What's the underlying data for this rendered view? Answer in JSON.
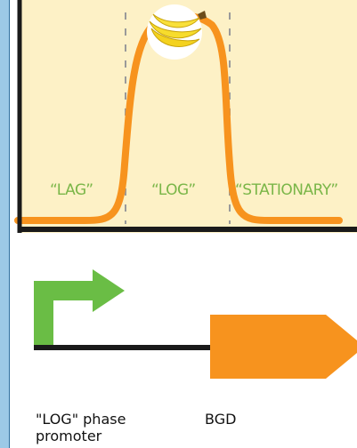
{
  "phase_labels": {
    "lag": "“LAG”",
    "log": "“LOG”",
    "stationary": "“STATIONARY”"
  },
  "captions": {
    "promoter": "\"LOG\" phase promoter",
    "gene": "BGD"
  },
  "colors": {
    "curve": "#f7931e",
    "panel_bg": "#fdf1c6",
    "phase_text": "#7ab648",
    "promoter_arrow": "#6abd45",
    "gene_block": "#f7931e",
    "axis": "#1a1a1a",
    "sidebar": "#9cc9e6"
  },
  "icons": {
    "top": "banana-bunch-icon",
    "promoter": "bent-arrow-promoter-icon",
    "gene": "gene-arrow-block-icon"
  }
}
